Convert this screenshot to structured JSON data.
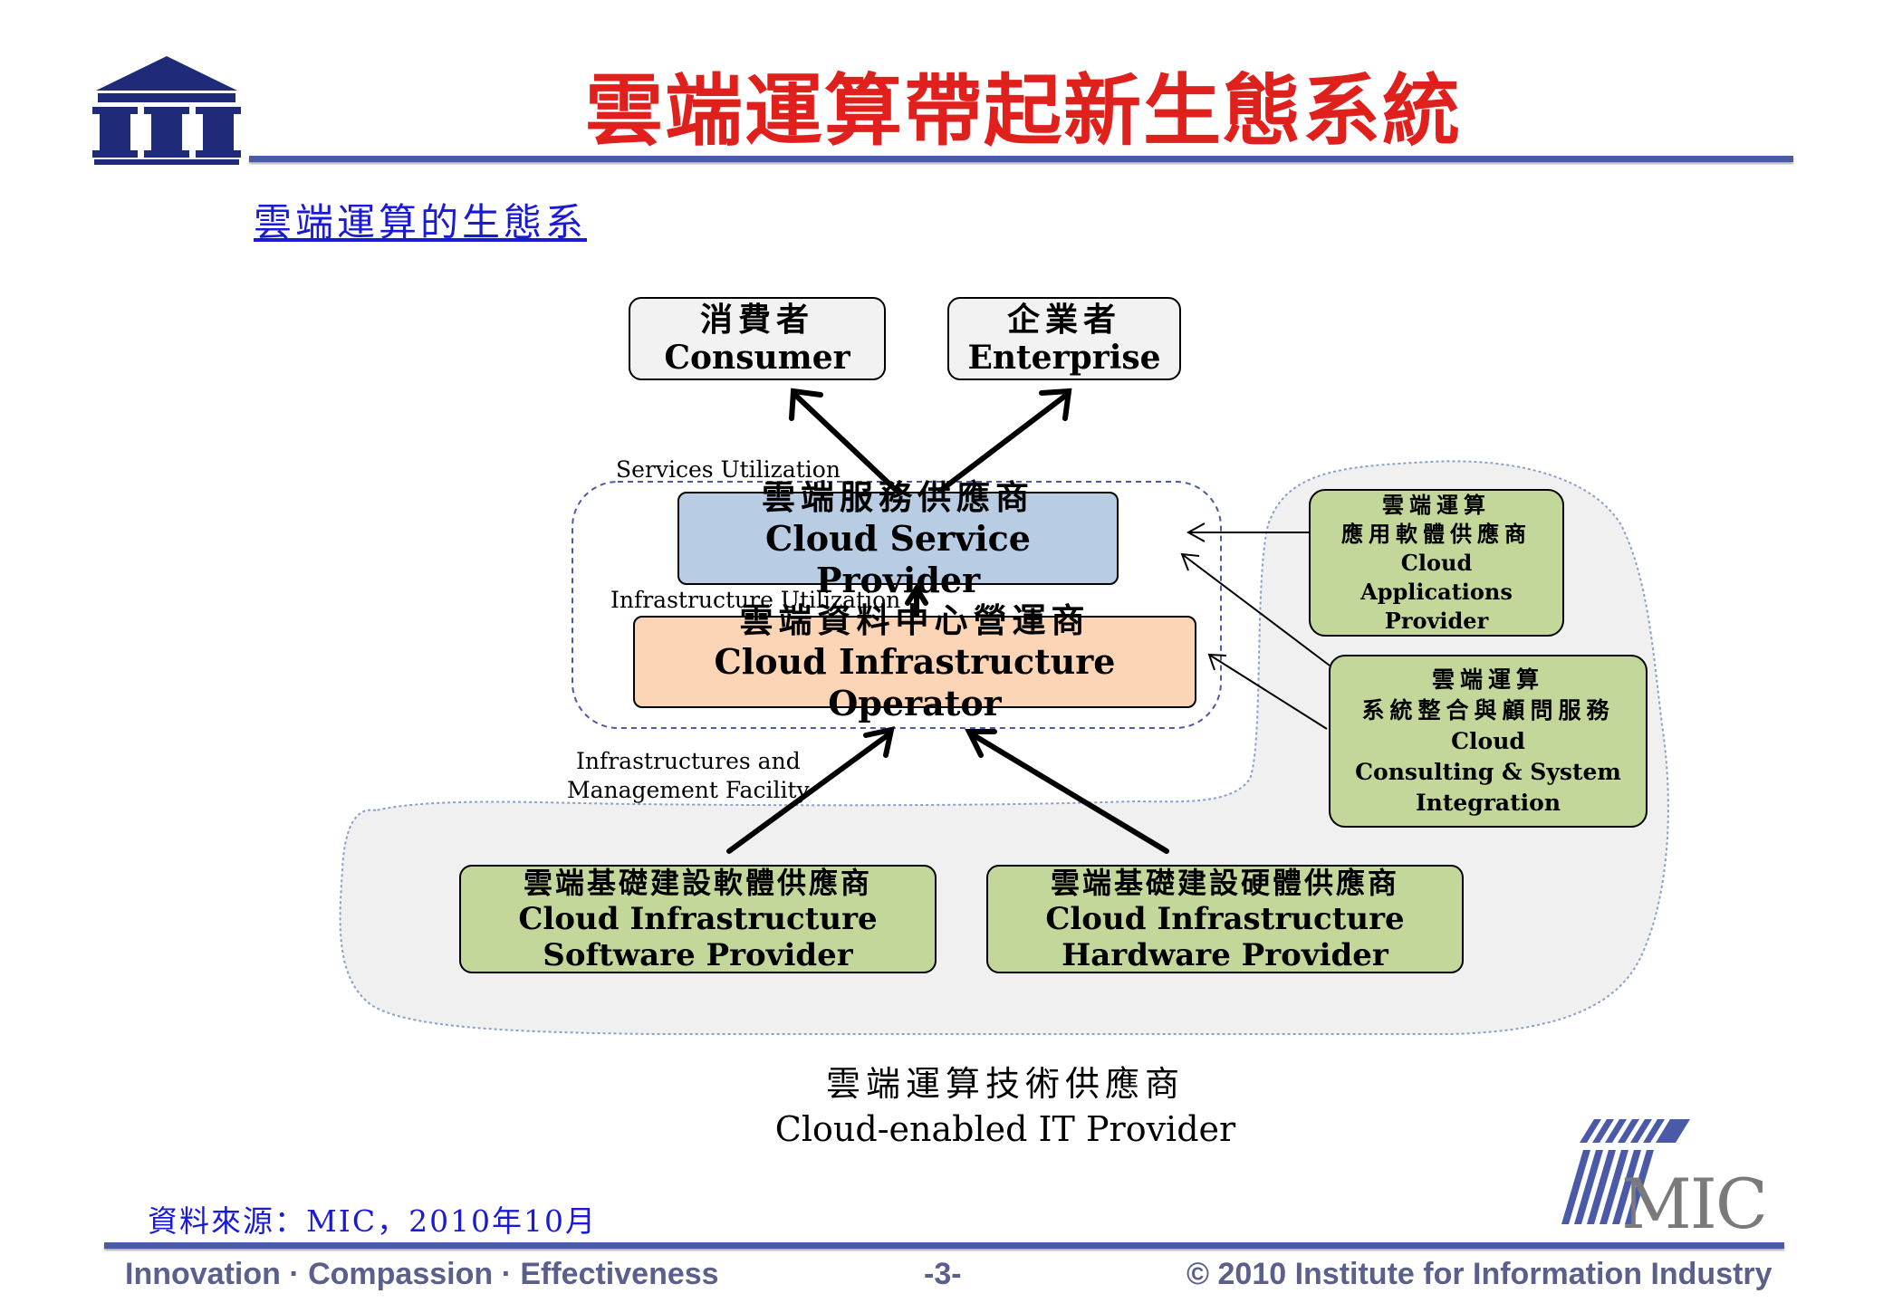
{
  "title": "雲端運算帶起新生態系統",
  "subtitle": "雲端運算的生態系",
  "top_boxes": {
    "consumer": {
      "zh": "消費者",
      "en": "Consumer"
    },
    "enterprise": {
      "zh": "企業者",
      "en": "Enterprise"
    }
  },
  "middle": {
    "services_label": "Services Utilization",
    "service_provider": {
      "zh": "雲端服務供應商",
      "en": "Cloud Service Provider"
    },
    "infra_label": "Infrastructure Utilization",
    "infra_operator": {
      "zh": "雲端資料中心營運商",
      "en": "Cloud Infrastructure Operator"
    },
    "facility_label_1": "Infrastructures and",
    "facility_label_2": "Management Facility"
  },
  "right_boxes": {
    "apps": {
      "zh1": "雲端運算",
      "zh2": "應用軟體供應商",
      "en1": "Cloud",
      "en2": "Applications",
      "en3": "Provider"
    },
    "consulting": {
      "zh1": "雲端運算",
      "zh2": "系統整合與顧問服務",
      "en1": "Cloud",
      "en2": "Consulting & System",
      "en3": "Integration"
    }
  },
  "bottom_boxes": {
    "software": {
      "zh": "雲端基礎建設軟體供應商",
      "en1": "Cloud Infrastructure",
      "en2": "Software Provider"
    },
    "hardware": {
      "zh": "雲端基礎建設硬體供應商",
      "en1": "Cloud Infrastructure",
      "en2": "Hardware Provider"
    }
  },
  "it_provider": {
    "zh": "雲端運算技術供應商",
    "en": "Cloud-enabled IT Provider"
  },
  "source": "資料來源：MIC，2010年10月",
  "logo_text": "MIC",
  "footer": {
    "slogan": "Innovation · Compassion · Effectiveness",
    "page": "-3-",
    "copyright": "© 2010 Institute for Information Industry"
  },
  "colors": {
    "title": "#e0201c",
    "service_provider": "#b8cce4",
    "infra_operator": "#fbd5b5",
    "green_boxes": "#c4d79b",
    "top_boxes": "#f2f2f2",
    "cloud_fill": "#f0f0f0",
    "rule": "#4a5aa8"
  }
}
